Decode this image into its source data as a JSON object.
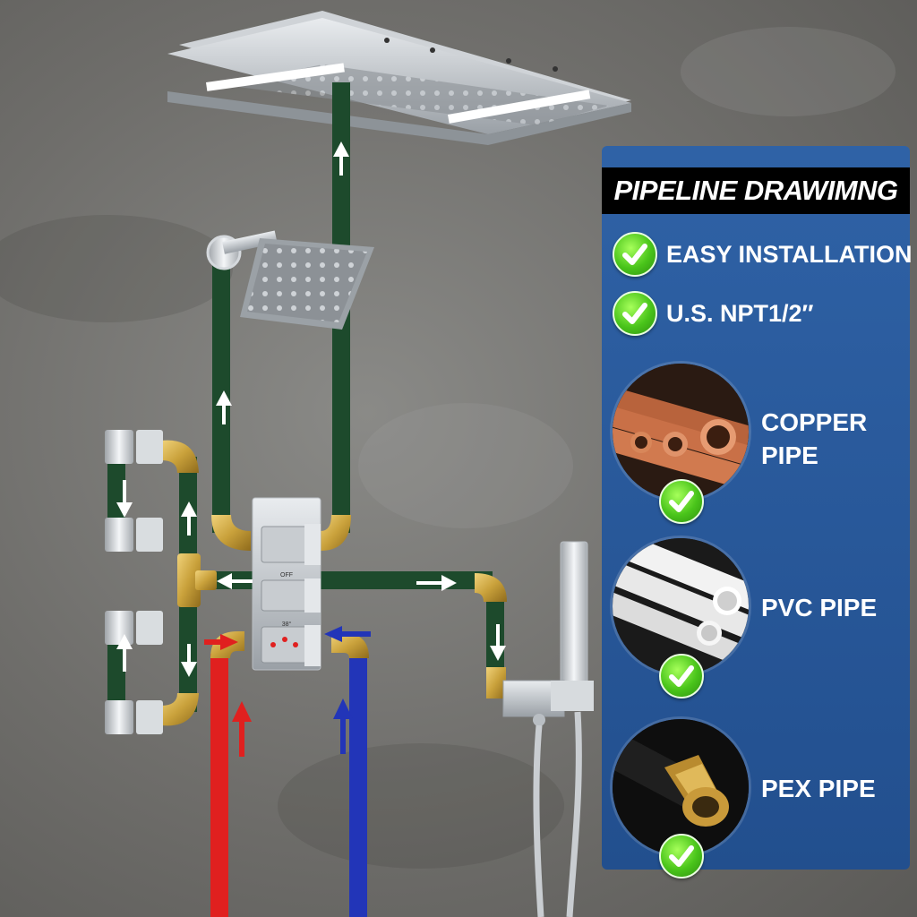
{
  "panel": {
    "title": "PIPELINE DRAWIMNG",
    "features": [
      {
        "label": "EASY INSTALLATION",
        "icon": "green-check-icon"
      },
      {
        "label": "U.S. NPT1/2″",
        "icon": "green-check-icon"
      }
    ],
    "pipes": [
      {
        "line1": "COPPER",
        "line2": "PIPE",
        "icon": "copper-pipe-photo"
      },
      {
        "line1": "PVC PIPE",
        "line2": "",
        "icon": "pvc-pipe-photo"
      },
      {
        "line1": "PEX PIPE",
        "line2": "",
        "icon": "pex-fitting-photo"
      }
    ]
  },
  "valve": {
    "off_label": "OFF",
    "temp_label": "38°"
  },
  "colors": {
    "panel_blue": "#2a5a9c",
    "pipe_green": "#1d4a2c",
    "hot_red": "#e0201f",
    "cold_blue": "#2235b8",
    "brass": "#c9a13b",
    "check_green": "#49c41a"
  }
}
